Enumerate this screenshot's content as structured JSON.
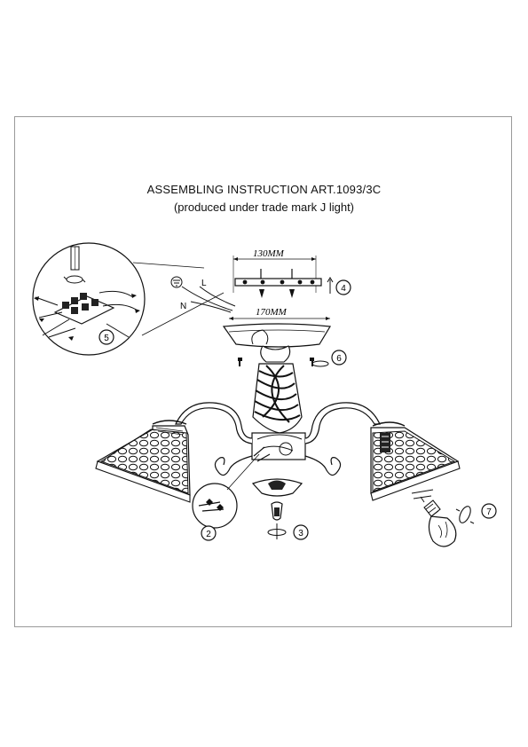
{
  "header": {
    "title": "ASSEMBLING INSTRUCTION  ART.1093/3C",
    "subtitle": "(produced under trade mark J light)"
  },
  "dimensions": {
    "top": "130MM",
    "bottom": "170MM"
  },
  "wires": {
    "live": "L",
    "neutral": "N"
  },
  "steps": {
    "s2": "2",
    "s3": "3",
    "s4": "4",
    "s5": "5",
    "s6": "6",
    "s7": "7"
  },
  "colors": {
    "line": "#111111",
    "frame": "#9a9a9a"
  }
}
